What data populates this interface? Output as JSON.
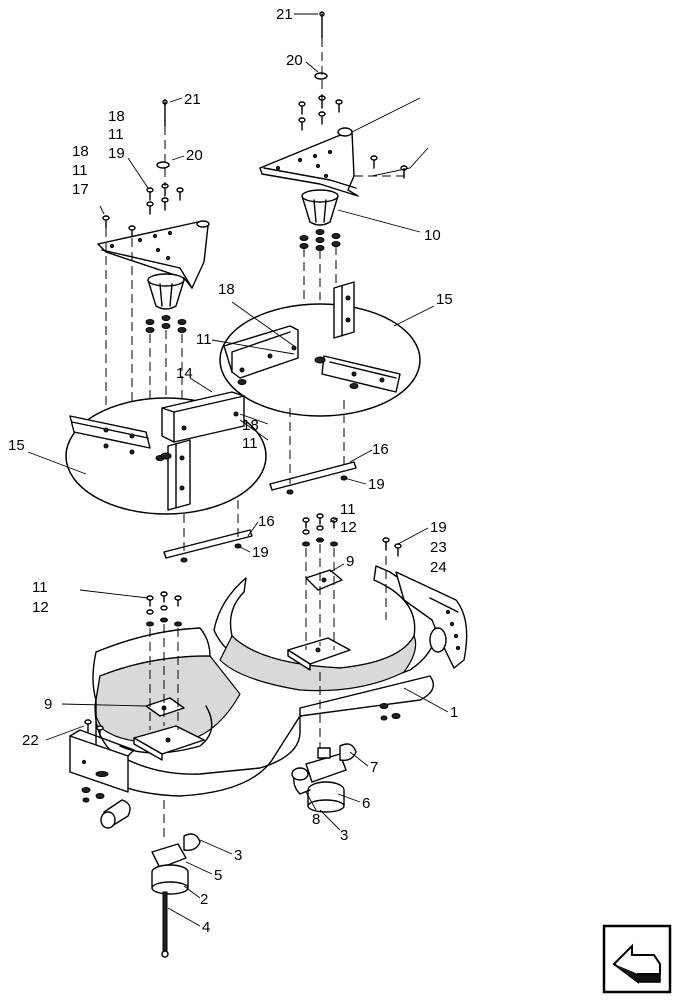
{
  "diagram": {
    "callouts": {
      "c21_top": "21",
      "c20_top": "20",
      "c10": "10",
      "c21_left": "21",
      "c20_left": "20",
      "c18_a": "18",
      "c11_a": "11",
      "c19_a": "19",
      "c18_b": "18",
      "c11_b": "11",
      "c17": "17",
      "c18_c": "18",
      "c11_c": "11",
      "c15_right": "15",
      "c14": "14",
      "c18_d": "18",
      "c11_d": "11",
      "c15_left": "15",
      "c16_right": "16",
      "c19_b": "19",
      "c11_e": "11",
      "c12_a": "12",
      "c19_c": "19",
      "c23": "23",
      "c24": "24",
      "c16_left": "16",
      "c19_d": "19",
      "c9_right": "9",
      "c11_f": "11",
      "c12_b": "12",
      "c9_left": "9",
      "c1": "1",
      "c22": "22",
      "c7": "7",
      "c6": "6",
      "c8": "8",
      "c3_right": "3",
      "c3_left": "3",
      "c5": "5",
      "c2": "2",
      "c4": "4"
    }
  },
  "navigation": {
    "next_icon": "arrow-next-icon"
  }
}
